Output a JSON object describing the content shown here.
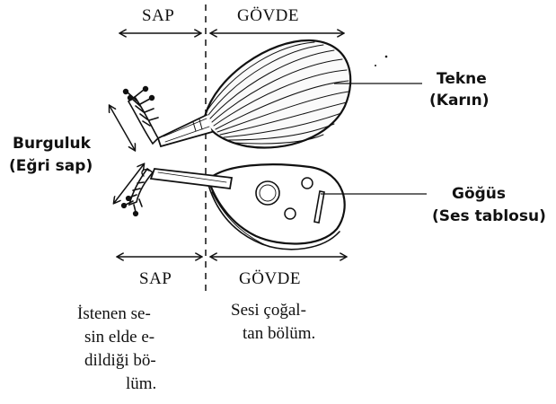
{
  "labels": {
    "sap_top": "SAP",
    "govde_top": "GÖVDE",
    "tekne": "Tekne",
    "tekne_sub": "(Karın)",
    "burguluk": "Burguluk",
    "burguluk_sub": "(Eğri sap)",
    "gogus": "Göğüs",
    "gogus_sub": "(Ses tablosu)",
    "sap_bottom": "SAP",
    "govde_bottom": "GÖVDE"
  },
  "notes": {
    "sap_desc": [
      "İstenen se-",
      "sin elde e-",
      "dildiği bö-",
      "lüm."
    ],
    "govde_desc": [
      "Sesi çoğal-",
      "tan bölüm."
    ]
  },
  "colors": {
    "ink": "#111111",
    "background": "#ffffff"
  }
}
